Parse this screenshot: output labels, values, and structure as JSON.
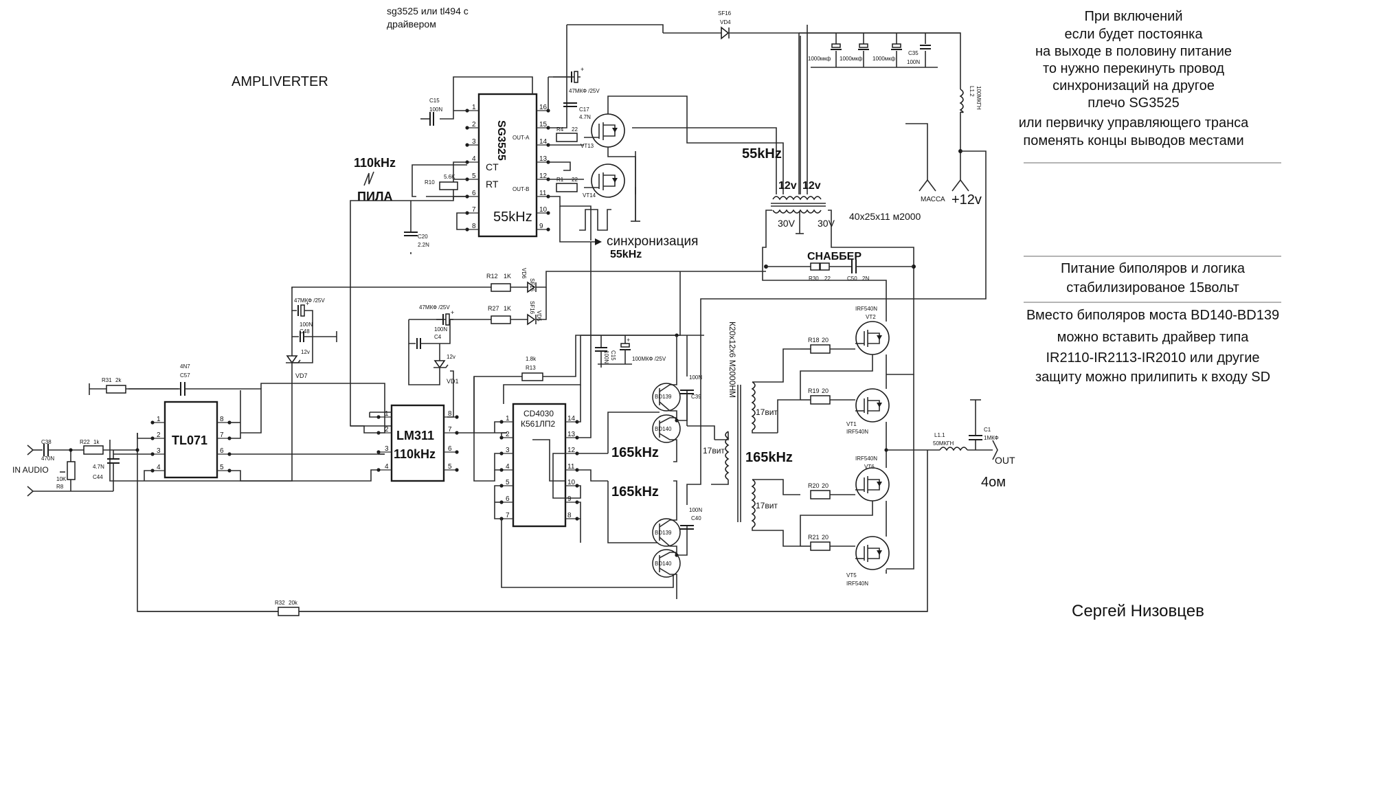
{
  "header": {
    "sub_line1": "sg3525 или tl494 с",
    "sub_line2": "драйвером",
    "title": "AMPLIVERTER"
  },
  "notes": {
    "block1": [
      "При включений",
      "если будет постоянка",
      "на выходе в половину питание",
      "то нужно перекинуть провод",
      "синхронизаций на другое",
      "плечо SG3525",
      "или первичку управляющего транса",
      "поменять концы выводов местами"
    ],
    "block2": [
      "Питание биполяров и логика",
      "стабилизированое 15вольт"
    ],
    "block3": [
      "Вместо биполяров моста BD140-BD139",
      "можно вставить драйвер типа",
      "IR2110-IR2113-IR2010 или другие",
      "защиту можно прилипить к входу SD"
    ],
    "author": "Сергей Низовцев"
  },
  "chips": {
    "sg3525": {
      "name": "SG3525",
      "freq": "55kHz",
      "ct": "CT",
      "rt": "RT",
      "out_a": "OUT-A",
      "out_b": "OUT-B"
    },
    "tl071": {
      "name": "TL071"
    },
    "lm311": {
      "name": "LM311",
      "freq": "110kHz"
    },
    "cd4030": {
      "name": "CD4030",
      "alt": "К561ЛП2"
    }
  },
  "freq_labels": {
    "saw_freq": "110kHz",
    "saw_name": "ПИЛА",
    "transformer": "55kHz",
    "sync_label": "синхронизация",
    "sync_freq": "55kHz",
    "bridge_top": "165kHz",
    "bridge_bot": "165kHz",
    "gate": "165kHz"
  },
  "components": {
    "c15": "C15",
    "c15v": "100N",
    "c17": "C17",
    "c17v": "4.7N",
    "c17top": "47МКФ /25V",
    "r4": "R4",
    "r4v": "22",
    "r1": "R1",
    "r1v": "22",
    "r10": "R10",
    "r10v": "5.6K",
    "c20": "C20",
    "c20v": "2.2N",
    "vt13": "VT13",
    "vt14": "VT14",
    "vd4": "VD4",
    "sf16a": "SF16",
    "caps_out": [
      "1000мкф",
      "1000мкф",
      "1000мкф"
    ],
    "c35": "C35",
    "c35v": "100N",
    "l2": "L1.2",
    "l2v": "100МКГН",
    "trans_12v_a": "12v",
    "trans_12v_b": "12v",
    "trans_30v_a": "30V",
    "trans_30v_b": "30V",
    "trans_core": "40x25x11 м2000",
    "massa": "МАССА",
    "plus12": "+12v",
    "snubber": "СНАББЕР",
    "r30": "R30",
    "r30v": "22",
    "c50": "C50",
    "c50v": "2N",
    "r12": "R12",
    "r12v": "1K",
    "vd6": "VD6",
    "sf16b": "SF16",
    "r27": "R27",
    "r27v": "1K",
    "vd5": "VD5",
    "sf16c": "SF16",
    "c48top": "47МКФ /25V",
    "c48": "C48",
    "c48v": "100N",
    "vd7": "VD7",
    "vd7v": "12v",
    "c4top": "47МКФ /25V",
    "c4": "C4",
    "c4v": "100N",
    "vd1": "VD1",
    "vd1v": "12v",
    "r31": "R31",
    "r31v": "2k",
    "c57": "C57",
    "c57v": "4N7",
    "c38": "C38",
    "c38v": "470N",
    "r22": "R22",
    "r22v": "1k",
    "r8": "R8",
    "r8v": "10K",
    "c44": "C44",
    "c44v": "4.7N",
    "in_audio": "IN AUDIO",
    "r13": "R13",
    "r13v": "1.8k",
    "c15b": "100N",
    "c15b2": "C15",
    "c100u": "100МКФ /25V",
    "bd139a": "BD139",
    "bd140a": "BD140",
    "bd139b": "BD139",
    "bd140b": "BD140",
    "c39": "C39",
    "c39v": "100N",
    "c40": "C40",
    "c40v": "100N",
    "gt_core": "К20х12х6 М2000НМ",
    "w17a": "17вит",
    "w17b": "17вит",
    "w17c": "17вит",
    "r18": "R18",
    "r18v": "20",
    "r19": "R19",
    "r19v": "20",
    "r20": "R20",
    "r20v": "20",
    "r21": "R21",
    "r21v": "20",
    "vt2": "VT2",
    "vt1": "VT1",
    "vt6": "VT6",
    "vt5": "VT5",
    "irf540n": "IRF540N",
    "l11": "L1.1",
    "l11v": "50МКГН",
    "c1": "C1",
    "c1v": "1МКФ",
    "out": "OUT",
    "load": "4ом",
    "r32": "R32",
    "r32v": "20k"
  }
}
